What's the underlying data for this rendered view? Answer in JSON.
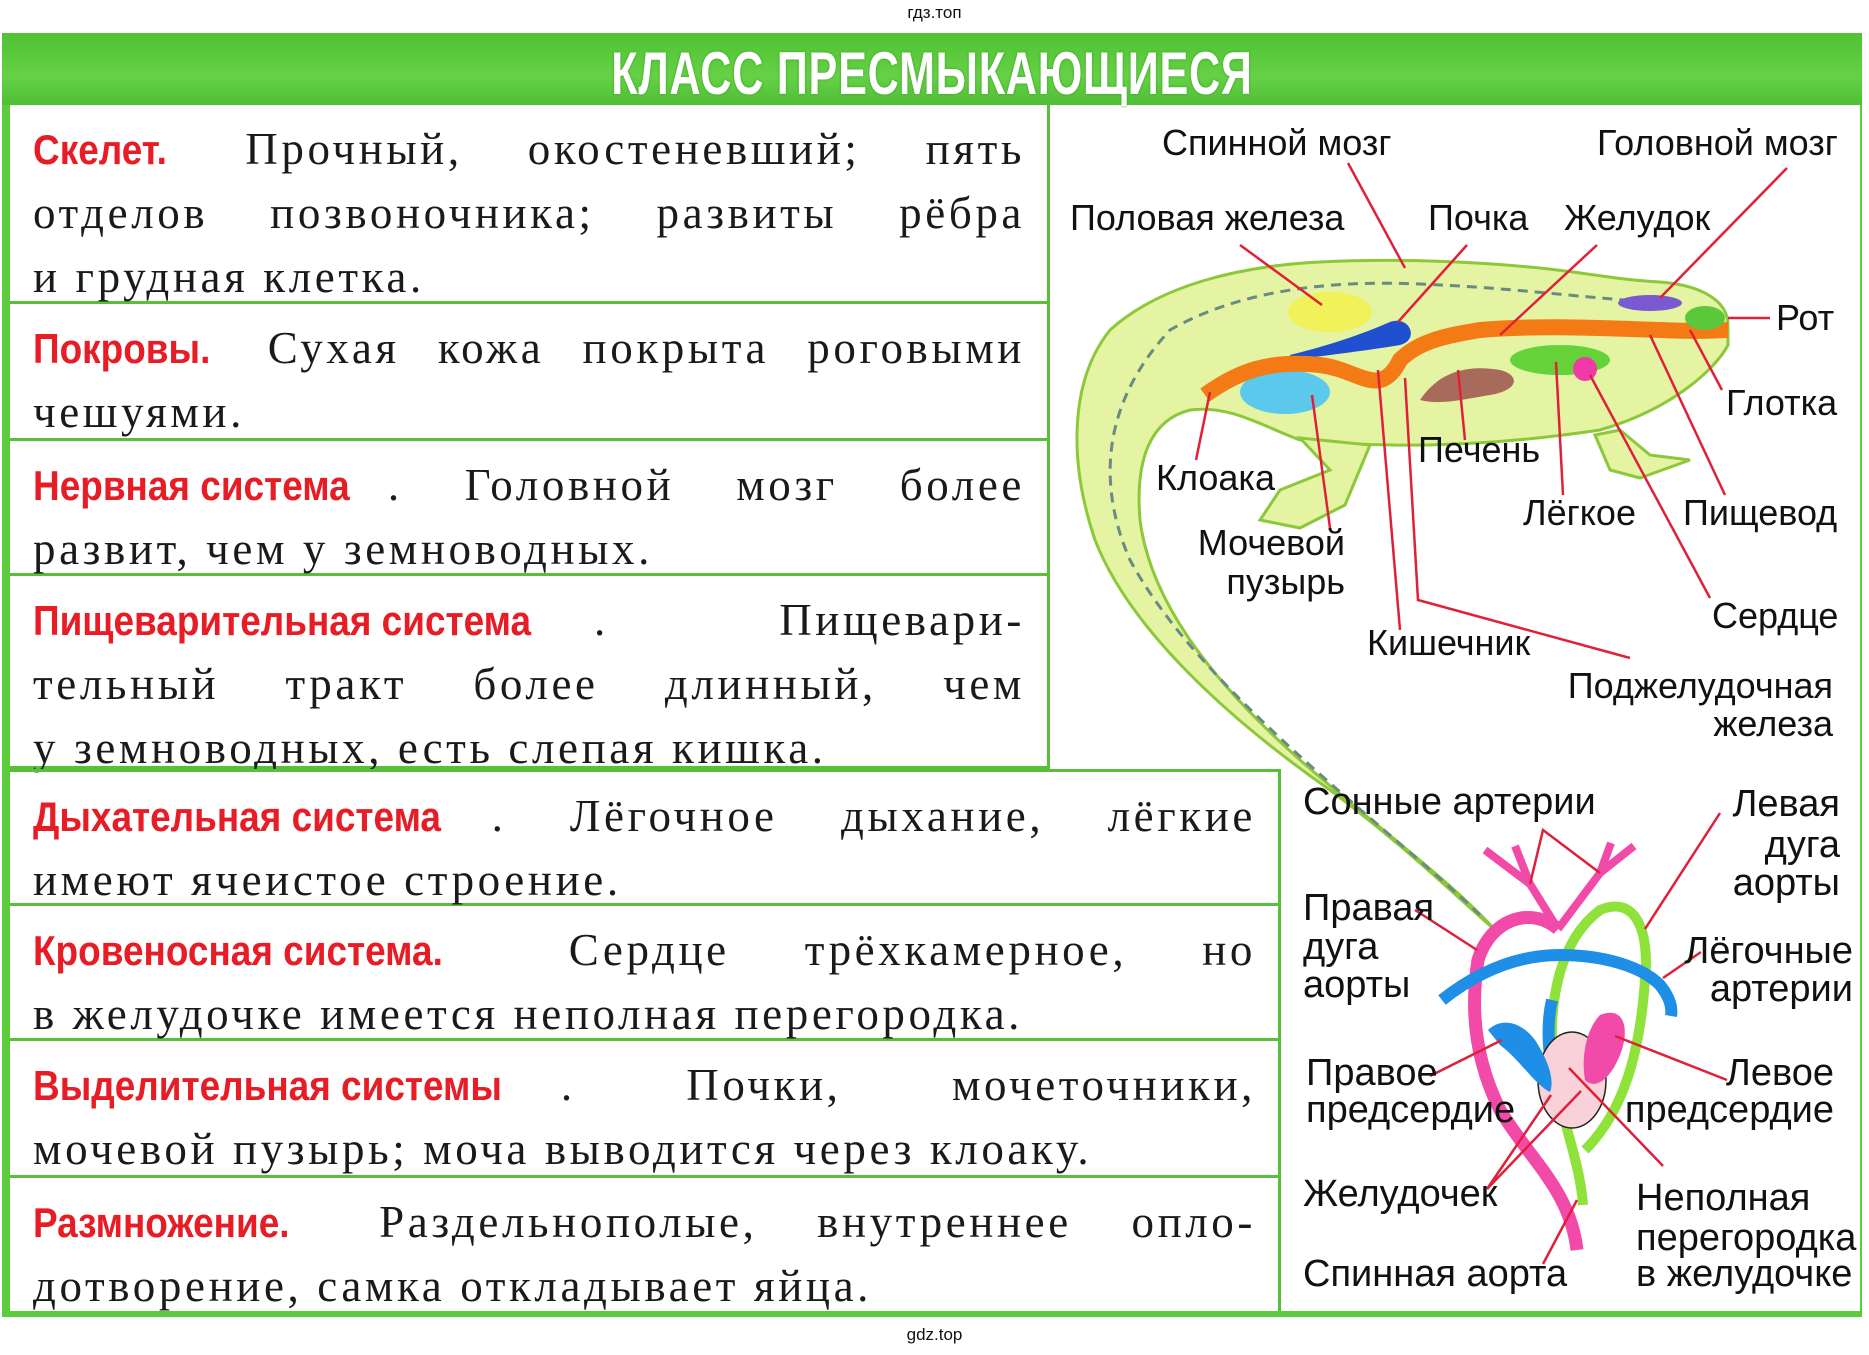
{
  "watermark_top": "гдз.топ",
  "watermark_bottom": "gdz.top",
  "title": "КЛАСС ПРЕСМЫКАЮЩИЕСЯ",
  "colors": {
    "frame": "#5ccb3c",
    "label": "#e81c25",
    "text": "#1a1a1a"
  },
  "rows": [
    {
      "label": "Скелет.",
      "sep": "",
      "lines": [
        "Прочный, окостеневший; пять",
        "отделов позвоночника; развиты рёбра",
        "и грудная клетка."
      ]
    },
    {
      "label": "Покровы.",
      "sep": "",
      "lines": [
        "Сухая кожа покрыта роговыми",
        "чешуями."
      ]
    },
    {
      "label": "Нервная система",
      "sep": ".",
      "lines": [
        "Головной мозг более",
        "развит, чем у земноводных."
      ]
    },
    {
      "label": "Пищеварительная система",
      "sep": ".",
      "lines": [
        "Пищевари-",
        "тельный тракт более длинный, чем",
        "у земноводных, есть слепая кишка."
      ]
    },
    {
      "label": "Дыхательная система",
      "sep": ".",
      "lines": [
        "Лёгочное дыхание, лёгкие",
        "имеют ячеистое строение."
      ]
    },
    {
      "label": "Кровеносная система.",
      "sep": "",
      "lines": [
        "Сердце трёхкамерное, но",
        "в желудочке имеется неполная перегородка."
      ]
    },
    {
      "label": "Выделительная системы",
      "sep": ".",
      "lines": [
        "Почки, мочеточники,",
        "мочевой пузырь; моча выводится через клоаку."
      ]
    },
    {
      "label": "Размножение.",
      "sep": "",
      "lines": [
        "Раздельнополые, внутреннее опло-",
        "дотворение, самка откладывает яйца."
      ]
    }
  ],
  "lizard_labels": {
    "spinal_cord": "Спинной мозг",
    "brain": "Головной мозг",
    "gonad": "Половая железа",
    "kidney": "Почка",
    "stomach": "Желудок",
    "mouth": "Рот",
    "pharynx": "Глотка",
    "liver": "Печень",
    "cloaca": "Клоака",
    "lung": "Лёгкое",
    "esophagus": "Пищевод",
    "bladder_1": "Мочевой",
    "bladder_2": "пузырь",
    "heart": "Сердце",
    "intestine": "Кишечник",
    "pancreas_1": "Поджелудочная",
    "pancreas_2": "железа"
  },
  "heart_labels": {
    "carotid": "Сонные артерии",
    "left_arch_1": "Левая",
    "left_arch_2": "дуга",
    "left_arch_3": "аорты",
    "right_arch_1": "Правая",
    "right_arch_2": "дуга",
    "right_arch_3": "аорты",
    "pulmonary_1": "Лёгочные",
    "pulmonary_2": "артерии",
    "right_atrium_1": "Правое",
    "right_atrium_2": "предсердие",
    "left_atrium_1": "Левое",
    "left_atrium_2": "предсердие",
    "ventricle": "Желудочек",
    "septum_1": "Неполная",
    "septum_2": "перегородка",
    "septum_3": "в желудочке",
    "dorsal_aorta": "Спинная аорта"
  }
}
